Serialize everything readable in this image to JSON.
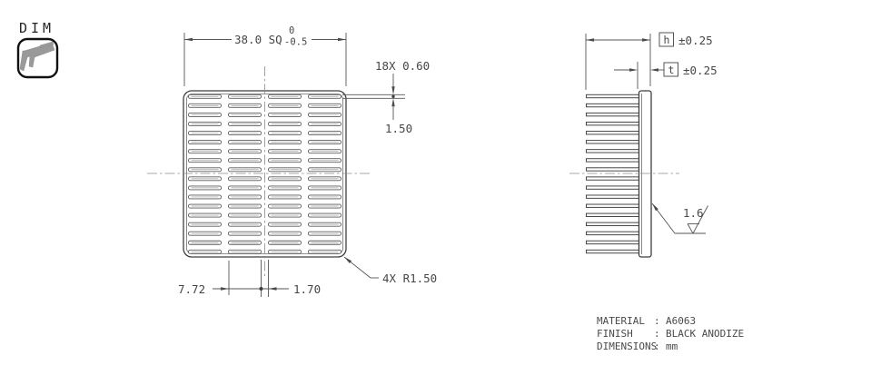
{
  "dim_badge": {
    "label": "DIM"
  },
  "top_view": {
    "dim_width": {
      "value": "38.0 SQ",
      "tol_upper": "0",
      "tol_lower": "-0.5"
    },
    "dim_fin_count": "18X 0.60",
    "dim_fin_pitch": "1.50",
    "dim_slot_length": "7.72",
    "dim_center_gap": "1.70",
    "dim_corner_radius": "4X R1.50",
    "slot_rows": 18,
    "slot_cols": 4
  },
  "side_view": {
    "dim_height_symbol": "h",
    "dim_height_tol": "±0.25",
    "dim_thickness_symbol": "t",
    "dim_thickness_tol": "±0.25",
    "surface_finish": "1.6",
    "fin_count": 18
  },
  "notes": {
    "rows": [
      {
        "label": "MATERIAL",
        "sep": ":",
        "value": "A6063"
      },
      {
        "label": "FINISH",
        "sep": ":",
        "value": "BLACK ANODIZE"
      },
      {
        "label": "DIMENSIONS",
        "sep": ":",
        "value": "mm"
      }
    ]
  },
  "colors": {
    "line": "#4a4a4a",
    "text": "#474747",
    "icon_gray": "#9a9a9a"
  }
}
